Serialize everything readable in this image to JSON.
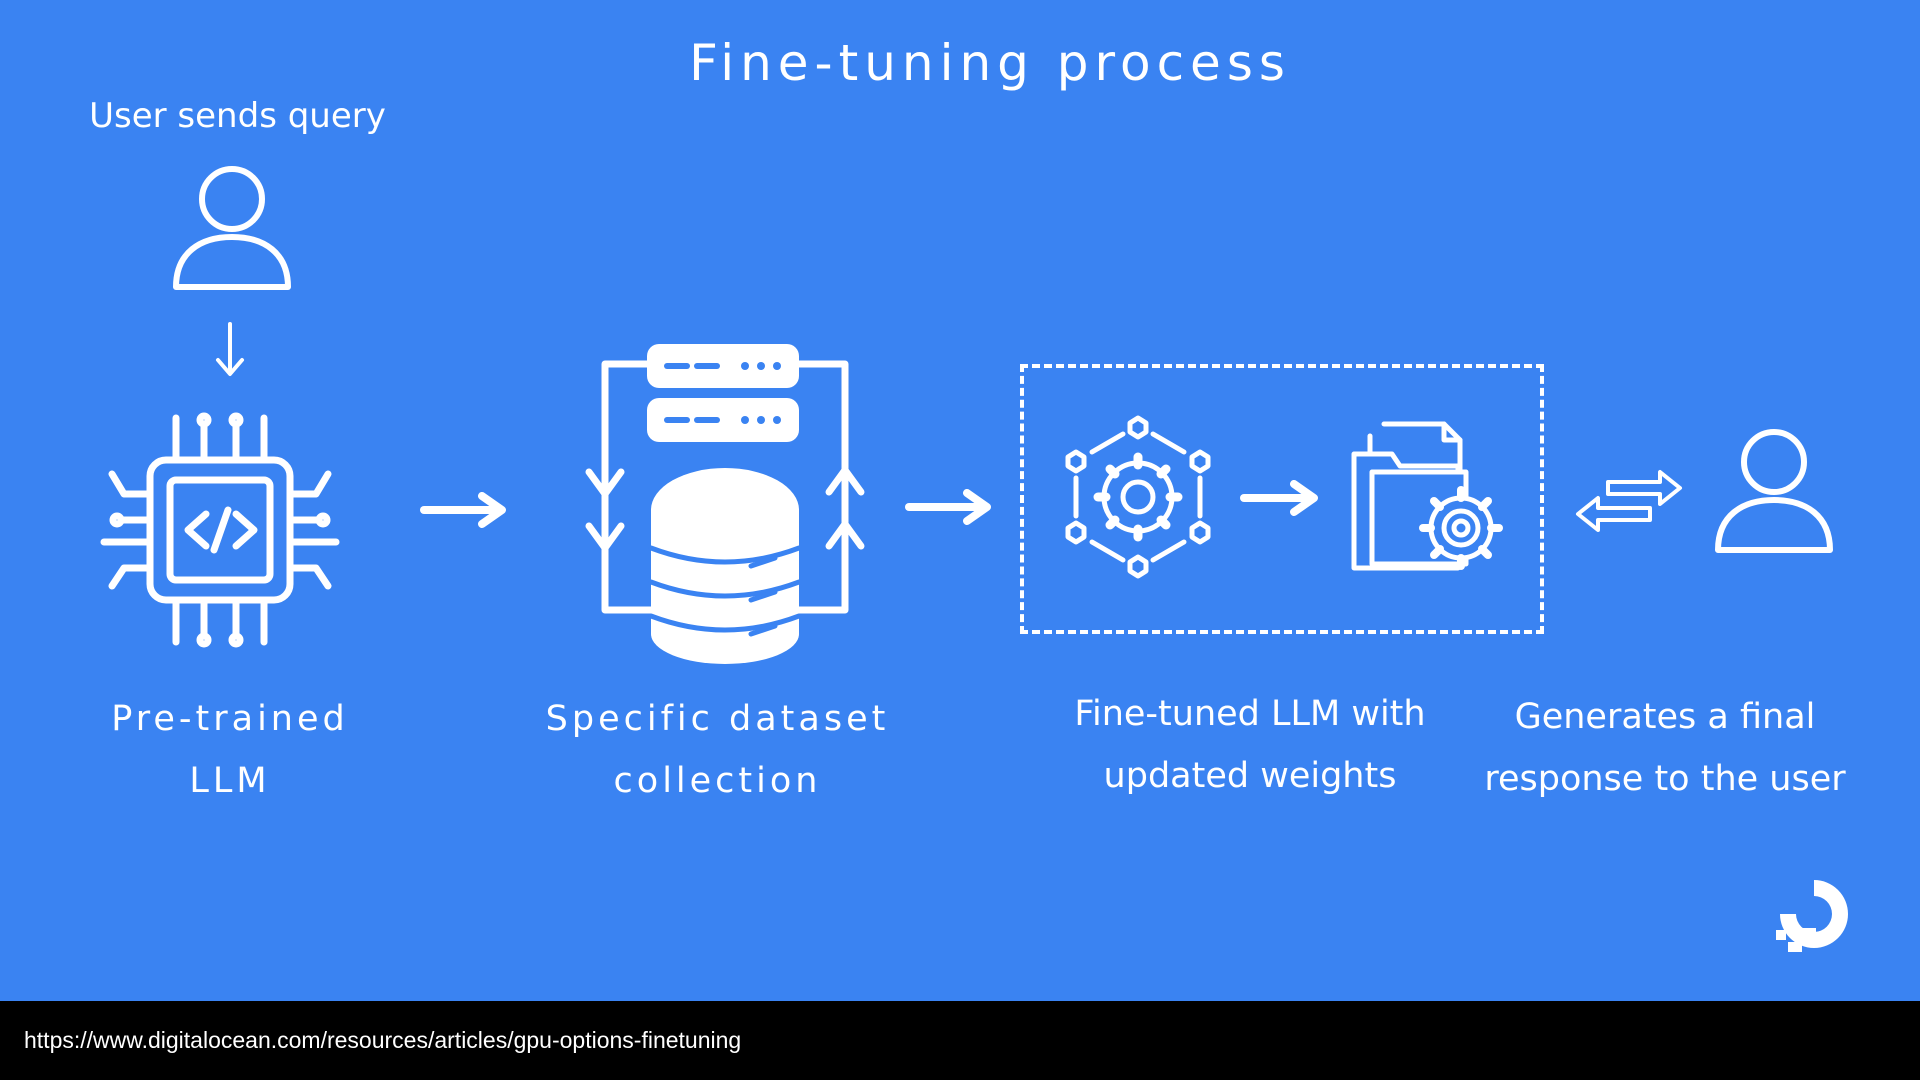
{
  "diagram": {
    "title": "Fine-tuning process",
    "user_label": "User sends query",
    "steps": [
      {
        "line1": "Pre-trained",
        "line2": "LLM"
      },
      {
        "line1": "Specific dataset",
        "line2": "collection"
      },
      {
        "line1": "Fine-tuned LLM with",
        "line2": "updated weights"
      },
      {
        "line1": "Generates a final",
        "line2": "response to the user"
      }
    ]
  },
  "colors": {
    "background": "#3a83f2",
    "foreground": "#ffffff",
    "footer": "#000000"
  },
  "icons": [
    "user-icon",
    "arrow-down-icon",
    "chip-code-icon",
    "arrow-right-icon",
    "database-cycle-icon",
    "gear-network-icon",
    "folder-gear-icon",
    "bidirectional-arrow-icon",
    "digitalocean-logo-icon"
  ],
  "footer": {
    "url": "https://www.digitalocean.com/resources/articles/gpu-options-finetuning"
  }
}
